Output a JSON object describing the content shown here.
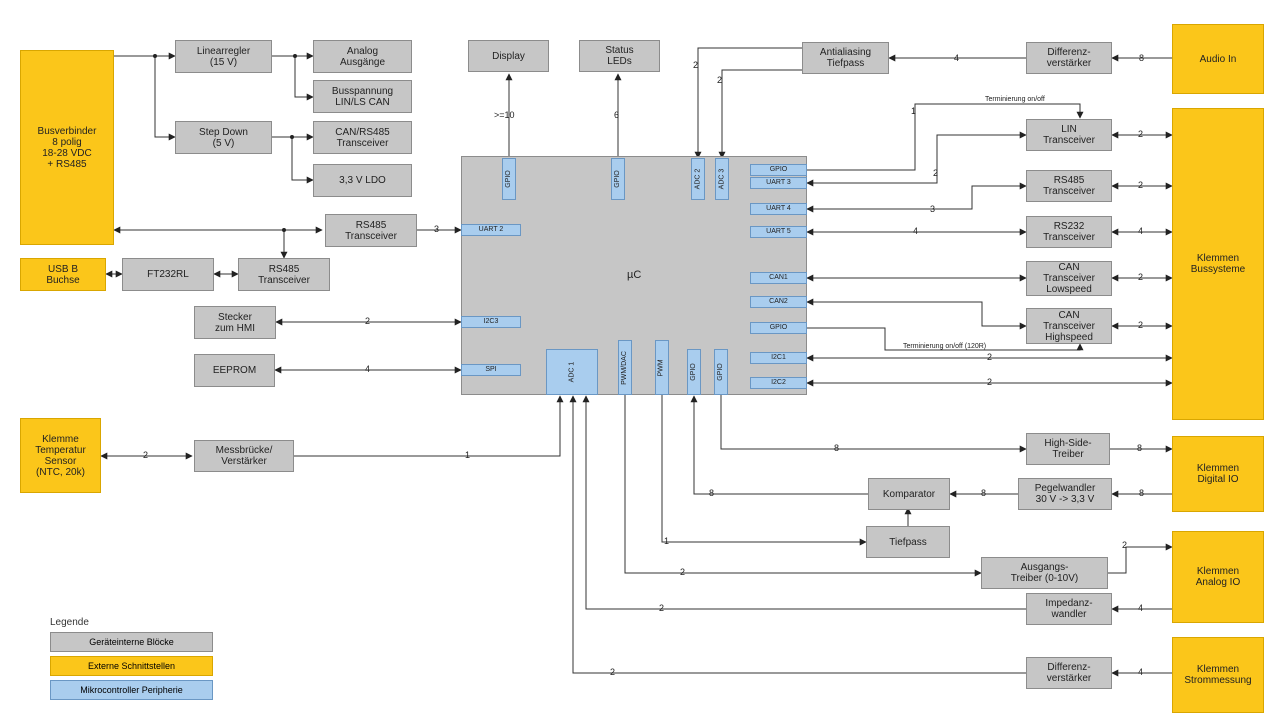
{
  "blocks": {
    "busverbinder": "Busverbinder\n8 polig\n18-28 VDC\n+ RS485",
    "usb": "USB B\nBuchse",
    "ft232": "FT232RL",
    "rs485_usb": "RS485\nTransceiver",
    "linear": "Linearregler\n(15 V)",
    "stepdown": "Step Down\n(5 V)",
    "analog_out": "Analog\nAusgänge",
    "busspannung": "Busspannung\nLIN/LS CAN",
    "can_rs485": "CAN/RS485\nTransceiver",
    "ldo": "3,3 V LDO",
    "rs485_mid": "RS485\nTransceiver",
    "stecker": "Stecker\nzum HMI",
    "eeprom": "EEPROM",
    "klemme_temp": "Klemme\nTemperatur\nSensor\n(NTC, 20k)",
    "messbruecke": "Messbrücke/\nVerstärker",
    "display": "Display",
    "status_leds": "Status\nLEDs",
    "antialiasing": "Antialiasing\nTiefpass",
    "diff_audio": "Differenz-\nverstärker",
    "audio_in": "Audio In",
    "lin": "LIN\nTransceiver",
    "rs485_r": "RS485\nTransceiver",
    "rs232": "RS232\nTransceiver",
    "can_ls": "CAN\nTransceiver\nLowspeed",
    "can_hs": "CAN\nTransceiver\nHighspeed",
    "klemmen_bus": "Klemmen\nBussysteme",
    "highside": "High-Side-\nTreiber",
    "klemmen_dio": "Klemmen\nDigital IO",
    "pegelwandler": "Pegelwandler\n30 V -> 3,3 V",
    "komparator": "Komparator",
    "tiefpass": "Tiefpass",
    "ausgangstreiber": "Ausgangs-\nTreiber (0-10V)",
    "klemmen_aio": "Klemmen\nAnalog IO",
    "impedanz": "Impedanz-\nwandler",
    "diff_strom": "Differenz-\nverstärker",
    "klemmen_strom": "Klemmen\nStrommessung",
    "mcu": "µC"
  },
  "peripherals": {
    "gpio_disp": "GPIO",
    "gpio_led": "GPIO",
    "adc2": "ADC 2",
    "adc3": "ADC 3",
    "gpio_r": "GPIO",
    "uart3": "UART 3",
    "uart4": "UART 4",
    "uart5": "UART 5",
    "can1": "CAN1",
    "can2": "CAN2",
    "gpio_r2": "GPIO",
    "i2c1": "I2C1",
    "i2c2": "I2C2",
    "uart2": "UART 2",
    "i2c3": "I2C3",
    "spi": "SPI",
    "adc1": "ADC 1",
    "pwmdac": "PWM/DAC",
    "pwm": "PWM",
    "gpio_b1": "GPIO",
    "gpio_b2": "GPIO"
  },
  "labels": {
    "disp_count": ">=10",
    "led_count": "6",
    "aa_adc2": "2",
    "aa_adc3": "2",
    "aa_diff": "4",
    "diff_audio": "8",
    "term_lin": "Terminierung on/off",
    "lin_1": "1",
    "lin_2": "2",
    "lin_bus": "2",
    "rs485_3": "3",
    "rs485_bus": "2",
    "rs232_4": "4",
    "rs232_bus": "4",
    "canls_bus": "2",
    "canhs_bus": "2",
    "term_can": "Terminierung on/off (120R)",
    "i2c1_2": "2",
    "i2c2_2": "2",
    "uart2_3": "3",
    "stecker_2": "2",
    "eeprom_4": "4",
    "temp_2": "2",
    "mess_1": "1",
    "hs_8": "8",
    "hs_bus": "8",
    "komp_8": "8",
    "pegel_8": "8",
    "dio_8": "8",
    "tp_1": "1",
    "ausg_2": "2",
    "ausg_out": "2",
    "imp_2": "2",
    "imp_4": "4",
    "strom_2": "2",
    "strom_4": "4"
  },
  "legend": {
    "title": "Legende",
    "internal": "Geräteinterne Blöcke",
    "external": "Externe Schnittstellen",
    "peripheral": "Mikrocontroller Peripherie"
  },
  "colors": {
    "internal": "#c6c6c6",
    "external": "#fbc61a",
    "peripheral": "#a9cdee"
  }
}
